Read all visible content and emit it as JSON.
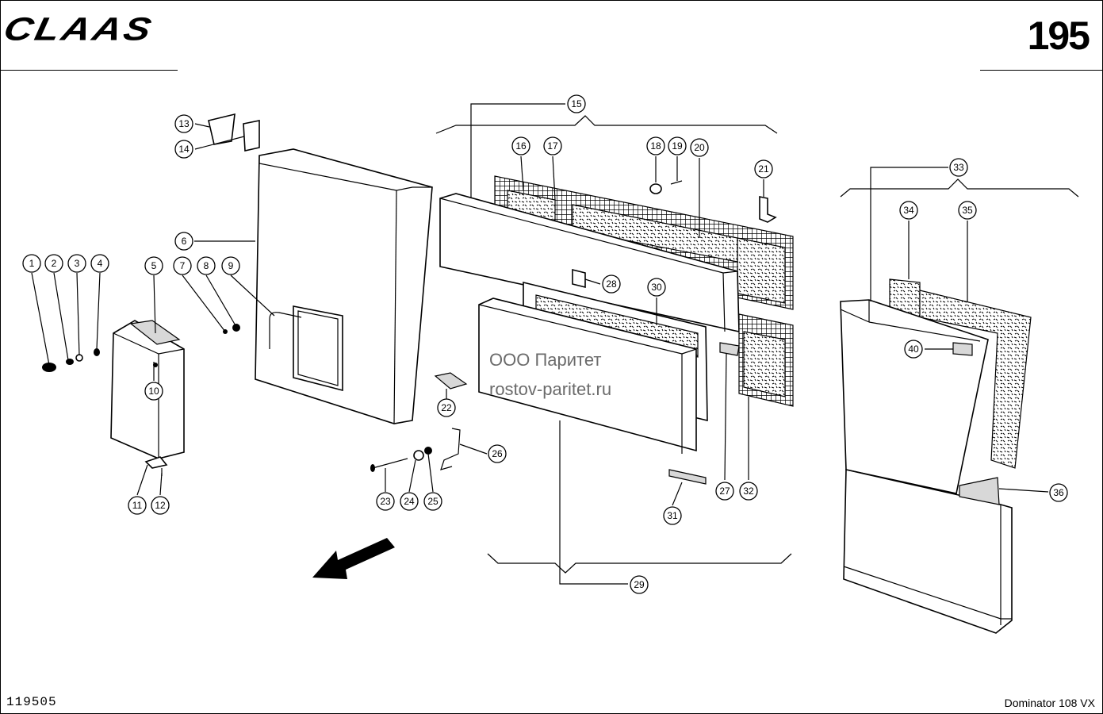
{
  "header": {
    "brand": "CLAAS",
    "page_number": "195"
  },
  "footer": {
    "drawing_number": "119505",
    "model": "Dominator 108 VX"
  },
  "watermark": {
    "company": "ООО Паритет",
    "site": "rostov-paritet.ru"
  },
  "callouts": [
    "1",
    "2",
    "3",
    "4",
    "5",
    "6",
    "7",
    "8",
    "9",
    "10",
    "11",
    "12",
    "13",
    "14",
    "15",
    "16",
    "17",
    "18",
    "19",
    "20",
    "21",
    "22",
    "23",
    "24",
    "25",
    "26",
    "27",
    "28",
    "29",
    "30",
    "31",
    "32",
    "33",
    "34",
    "35",
    "36",
    "40"
  ]
}
